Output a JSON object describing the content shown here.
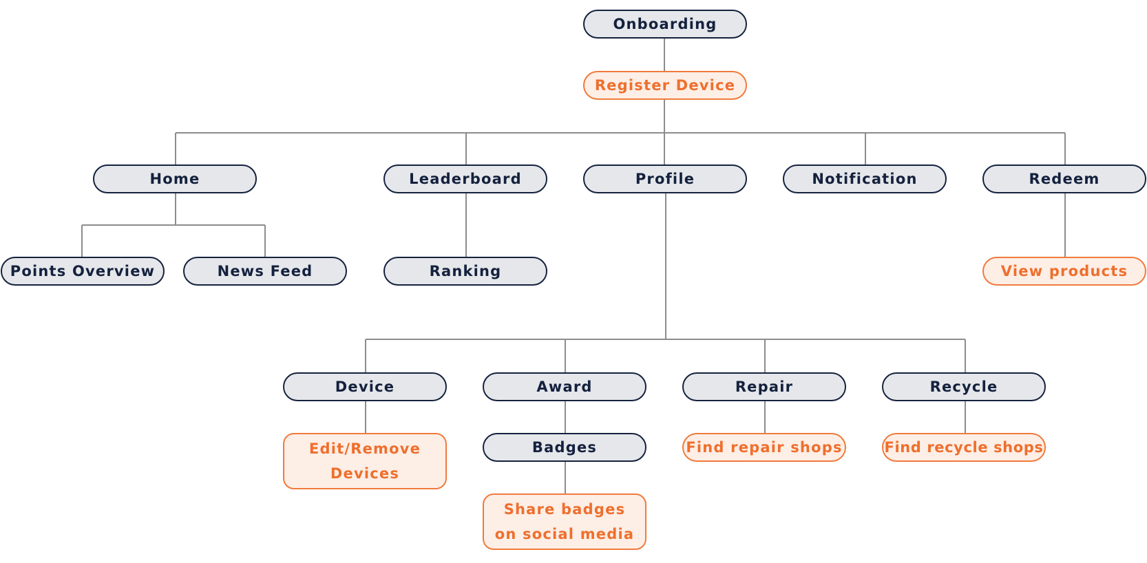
{
  "colors": {
    "dark_border": "#14213d",
    "dark_fill": "#e5e7eb",
    "accent_border": "#f07a3c",
    "accent_fill": "#fdeee6",
    "accent_text": "#ee6f2d",
    "connector": "#8c8c8c"
  },
  "nodes": {
    "onboarding": "Onboarding",
    "register_device": "Register Device",
    "home": "Home",
    "leaderboard": "Leaderboard",
    "profile": "Profile",
    "notification": "Notification",
    "redeem": "Redeem",
    "points_overview": "Points Overview",
    "news_feed": "News Feed",
    "ranking": "Ranking",
    "view_products": "View products",
    "device": "Device",
    "award": "Award",
    "repair": "Repair",
    "recycle": "Recycle",
    "edit_remove_devices": "Edit/Remove Devices",
    "badges": "Badges",
    "find_repair_shops": "Find repair shops",
    "find_recycle_shops": "Find recycle shops",
    "share_badges": "Share badges on social media"
  }
}
